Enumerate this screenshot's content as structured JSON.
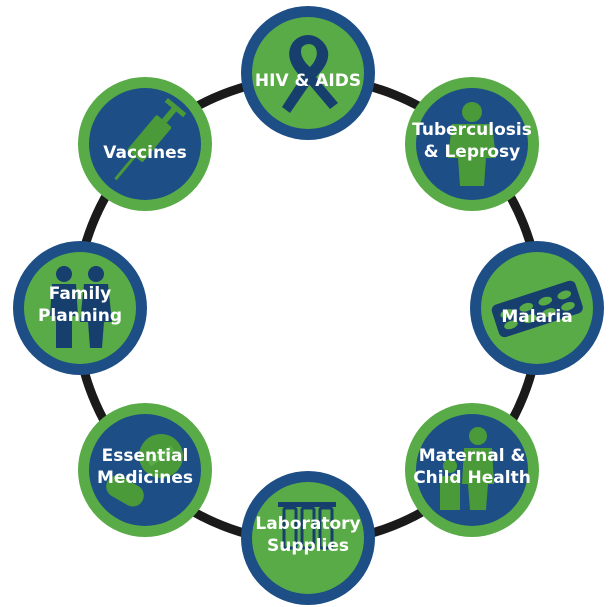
{
  "colors": {
    "ring": "#1a1a1a",
    "outer_navy": "#1d4e86",
    "outer_green": "#58ab46",
    "inner_navy": "#1d4e86",
    "inner_green": "#58ab46",
    "icon_navy": "#173f6e",
    "icon_green": "#4a9a3a",
    "text": "#ffffff"
  },
  "nodes": [
    {
      "name": "hiv-aids",
      "label_lines": [
        "HIV & AIDS"
      ],
      "icon": "awareness-ribbon-icon",
      "style": "navy-outer"
    },
    {
      "name": "tuberculosis-leprosy",
      "label_lines": [
        "Tuberculosis",
        "& Leprosy"
      ],
      "icon": "lungs-figure-icon",
      "style": "green-outer"
    },
    {
      "name": "malaria",
      "label_lines": [
        "Malaria"
      ],
      "icon": "pill-pack-icon",
      "style": "navy-outer"
    },
    {
      "name": "maternal-child-health",
      "label_lines": [
        "Maternal &",
        "Child Health"
      ],
      "icon": "mother-child-icon",
      "style": "green-outer"
    },
    {
      "name": "laboratory-supplies",
      "label_lines": [
        "Laboratory",
        "Supplies"
      ],
      "icon": "test-tubes-icon",
      "style": "navy-outer"
    },
    {
      "name": "essential-medicines",
      "label_lines": [
        "Essential",
        "Medicines"
      ],
      "icon": "pills-icon",
      "style": "green-outer"
    },
    {
      "name": "family-planning",
      "label_lines": [
        "Family",
        "Planning"
      ],
      "icon": "couple-icon",
      "style": "navy-outer"
    },
    {
      "name": "vaccines",
      "label_lines": [
        "Vaccines"
      ],
      "icon": "syringe-icon",
      "style": "green-outer"
    }
  ]
}
